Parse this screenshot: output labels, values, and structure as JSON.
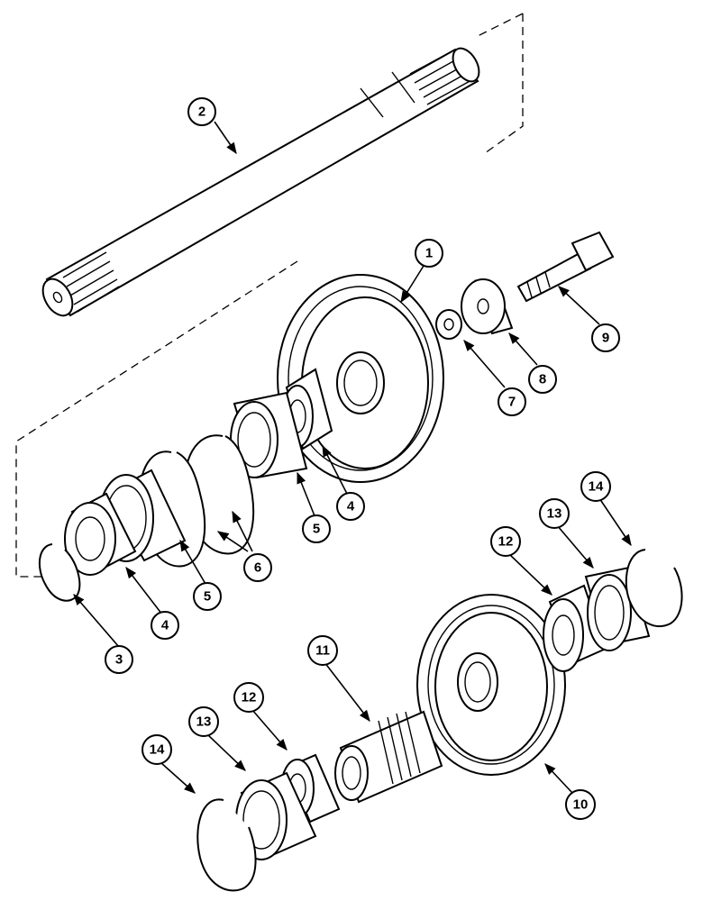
{
  "diagram": {
    "callouts": [
      "1",
      "2",
      "3",
      "4",
      "4",
      "5",
      "5",
      "6",
      "7",
      "8",
      "9",
      "10",
      "11",
      "12",
      "12",
      "13",
      "13",
      "14",
      "14"
    ]
  }
}
